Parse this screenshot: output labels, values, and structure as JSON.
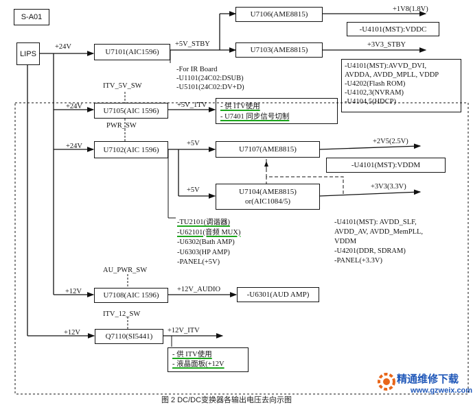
{
  "diagram_id": "S-A01",
  "lips": "LIPS",
  "caption": "图 2  DC/DC变换器各输出电压去向示图",
  "boxes": {
    "u7106": "U7106(AME8815)",
    "u7103": "U7103(AME8815)",
    "u7101": "U7101(AIC1596)",
    "u7105": "U7105(AIC 1596)",
    "u7102": "U7102(AIC 1596)",
    "u7107": "U7107(AME8815)",
    "u7104_line1": "U7104(AME8815)",
    "u7104_line2": "or(AIC1084/5)",
    "u7108": "U7108(AIC 1596)",
    "u6301": "-U6301(AUD AMP)",
    "q7110": "Q7110(SI5441)",
    "u4101_vddc": "-U4101(MST):VDDC",
    "u4101_vddm": "-U4101(MST):VDDM"
  },
  "labels": {
    "v24_top": "+24V",
    "v5_stby": "+5V_STBY",
    "v1v8": "+1V8(1.8V)",
    "v3v3_stby": "+3V3_STBY",
    "itv_5v_sw": "ITV_5V_SW",
    "v24_u7105": "+24V",
    "v5_1tv": "+5V_1TV",
    "pwr_sw": "PWR_SW",
    "v24_u7102": "+24V",
    "v5_a": "+5V",
    "v2v5": "+2V5(2.5V)",
    "v5_b": "+5V",
    "v3v3": "+3V3(3.3V)",
    "au_pwr_sw": "AU_PWR_SW",
    "v12_u7108": "+12V",
    "v12_audio": "+12V_AUDIO",
    "itv_12_sw": "ITV_12_SW",
    "v12_q7110": "+12V",
    "v12_itv": "+12V_ITV"
  },
  "notes": {
    "ir_board": [
      "-For IR Board",
      "-U1101(24C02:DSUB)",
      "-U5101(24C02:DV+D)"
    ],
    "stby_loads": [
      "-U4101(MST):AVVD_DVI,",
      "AVDDA, AVDD_MPLL, VDDP",
      "-U4202(Flash ROM)",
      "-U4102,3(NVRAM)",
      "-U4104,5(HDCP)"
    ],
    "itv5_loads": [
      "- 供 ITV使用",
      "- U7401 同步信号切制"
    ],
    "audio_5v_loads": [
      "-TU2101(调谐器)",
      "-U62101(音频 MUX)",
      "-U6302(Bath AMP)",
      "-U6303(HP AMP)",
      "-PANEL(+5V)"
    ],
    "v3v3_loads": [
      "-U4101(MST): AVDD_SLF,",
      "AVDD_AV, AVDD_MemPLL,",
      "VDDM",
      "-U4201(DDR, SDRAM)",
      "-PANEL(+3.3V)"
    ],
    "itv12_loads": [
      "- 供 ITV使用",
      "- 液晶面板(+12V"
    ]
  },
  "watermark": {
    "brand": "精通维修下载",
    "url": "www.gzweix.com"
  },
  "colors": {
    "line": "#111111",
    "highlight": "#1aa51a",
    "brand_orange": "#e8661a"
  }
}
